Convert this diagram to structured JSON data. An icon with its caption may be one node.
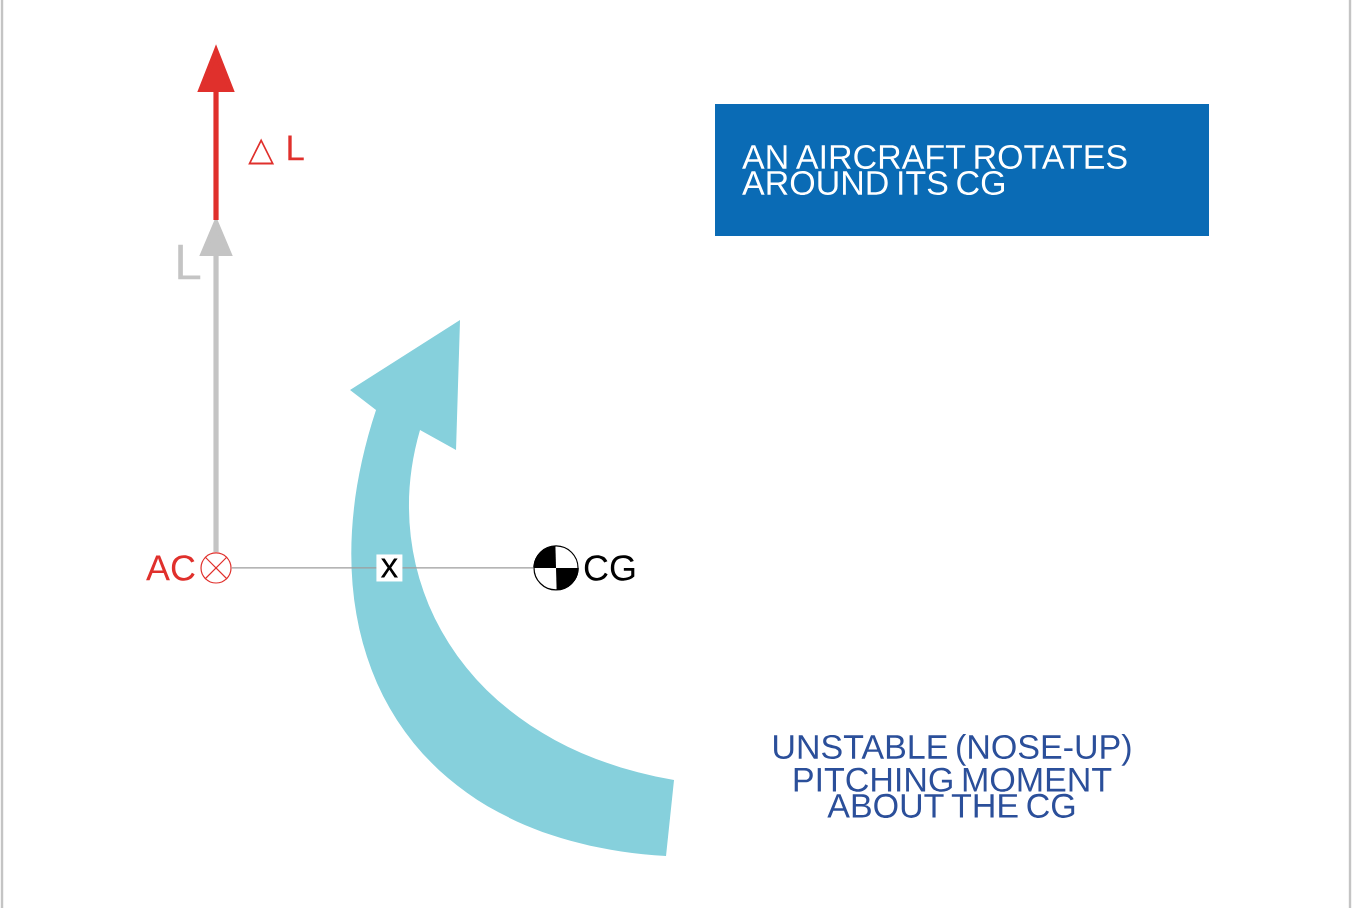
{
  "diagram": {
    "nodes": [
      {
        "text": [
          "AN AIRCRAFT ROTATES AROUND ITS CG"
        ]
      },
      {
        "text": [],
        "shape": "circle",
        "beside": [
          "AC"
        ]
      },
      {
        "text": [],
        "shape": "circle",
        "beside": [
          "CG"
        ]
      }
    ],
    "edges": [
      {
        "from": 1,
        "to": 2,
        "arrow": "none",
        "label": "x"
      }
    ],
    "labels": [
      "L",
      "△ L",
      "UNSTABLE (NOSE-UP) PITCHING MOMENT ABOUT THE CG"
    ]
  }
}
